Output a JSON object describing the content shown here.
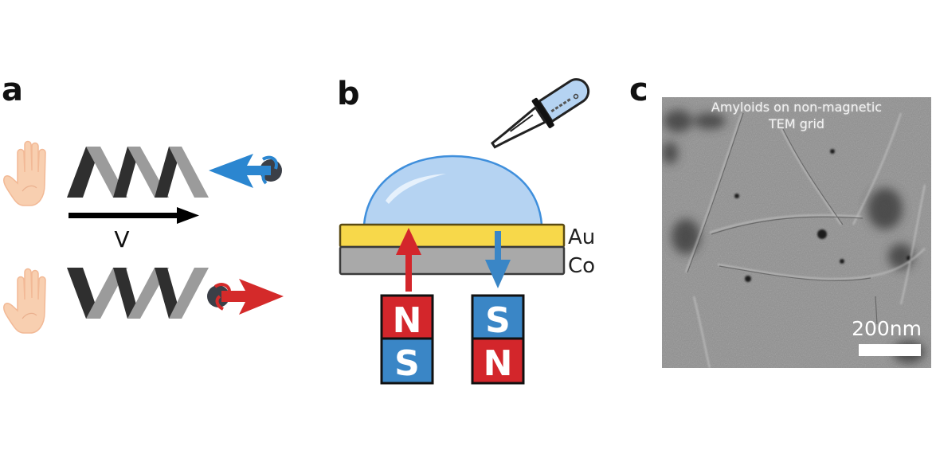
{
  "panels": {
    "a": {
      "label": "a",
      "velocity_label": "V",
      "colors": {
        "spin_up_arrow": "#2b86d0",
        "spin_down_arrow": "#d42a2a",
        "helix_dark": "#2e2e2e",
        "helix_light": "#9a9a9a",
        "hand": "#f8cfb0"
      },
      "icons": [
        "left-hand-icon",
        "helix-icon",
        "spin-electron-icon"
      ]
    },
    "b": {
      "label": "b",
      "layers": [
        "Au",
        "Co"
      ],
      "magnet_left": {
        "top": "N",
        "bottom": "S"
      },
      "magnet_right": {
        "top": "S",
        "bottom": "N"
      },
      "colors": {
        "gold": "#f7d84a",
        "cobalt": "#a9a9a9",
        "drop": "#b5d3f2",
        "north": "#d3262b",
        "south": "#3a86c6"
      },
      "icons": [
        "pipette-icon",
        "droplet-icon"
      ]
    },
    "c": {
      "label": "c",
      "caption_line1": "Amyloids on non-magnetic",
      "caption_line2": "TEM grid",
      "scale_label": "200nm"
    }
  }
}
